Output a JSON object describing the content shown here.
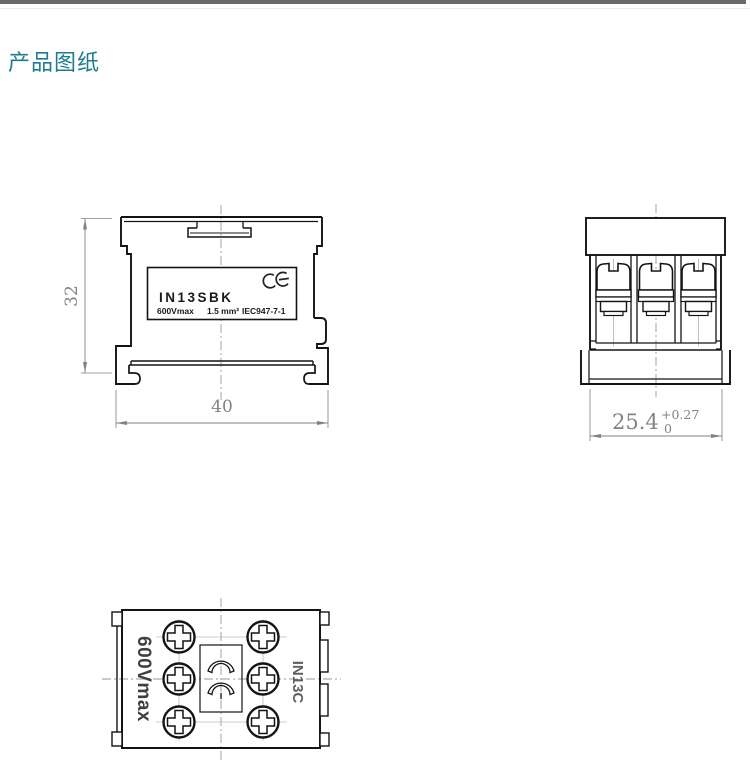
{
  "page": {
    "title": "产品图纸",
    "accent_color": "#1b7d8e",
    "topbar_color": "#6a6a6a"
  },
  "front_view": {
    "label": {
      "model": "IN13SBK",
      "voltage": "600Vmax",
      "wire_size": "1.5 mm²",
      "standard": "IEC947-7-1",
      "ce_icon": "ce-mark"
    },
    "dimensions": {
      "height": "32",
      "width": "40"
    }
  },
  "side_view": {
    "dimensions": {
      "width": "25.4",
      "tolerance_upper": "+0.27",
      "tolerance_lower": "0"
    }
  },
  "bottom_view": {
    "markings": {
      "voltage": "600Vmax",
      "model": "IN13C"
    }
  }
}
